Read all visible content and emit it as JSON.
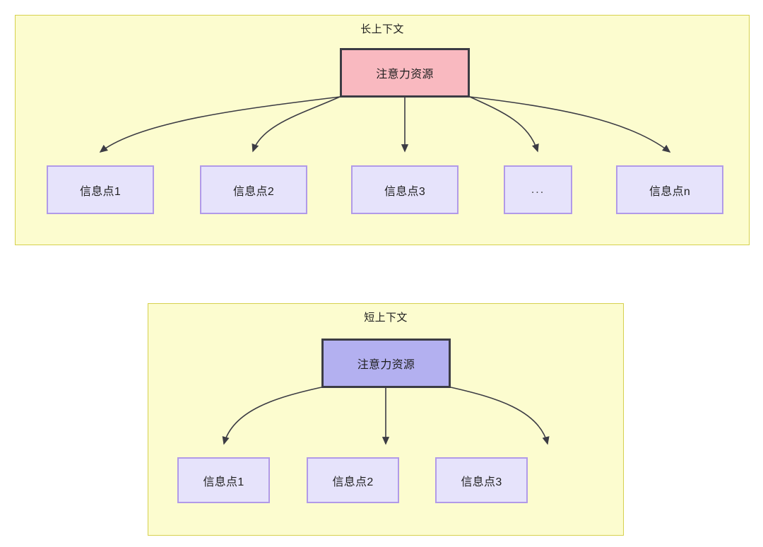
{
  "diagram": {
    "background_color": "#ffffff",
    "panel_fill": "#fcfccf",
    "panel_border": "#d6d14e",
    "leaf_fill": "#e6e3fb",
    "leaf_border": "#b19ae8",
    "root_long_fill": "#f9b9c0",
    "root_short_fill": "#b3b0f0",
    "root_border": "#3c3c44",
    "edge_color": "#3c3c44"
  },
  "panels": [
    {
      "id": "long-context",
      "title": "长上下文",
      "root": {
        "label": "注意力资源"
      },
      "leaves": [
        {
          "label": "信息点1"
        },
        {
          "label": "信息点2"
        },
        {
          "label": "信息点3"
        },
        {
          "label": "..."
        },
        {
          "label": "信息点n"
        }
      ]
    },
    {
      "id": "short-context",
      "title": "短上下文",
      "root": {
        "label": "注意力资源"
      },
      "leaves": [
        {
          "label": "信息点1"
        },
        {
          "label": "信息点2"
        },
        {
          "label": "信息点3"
        }
      ]
    }
  ]
}
